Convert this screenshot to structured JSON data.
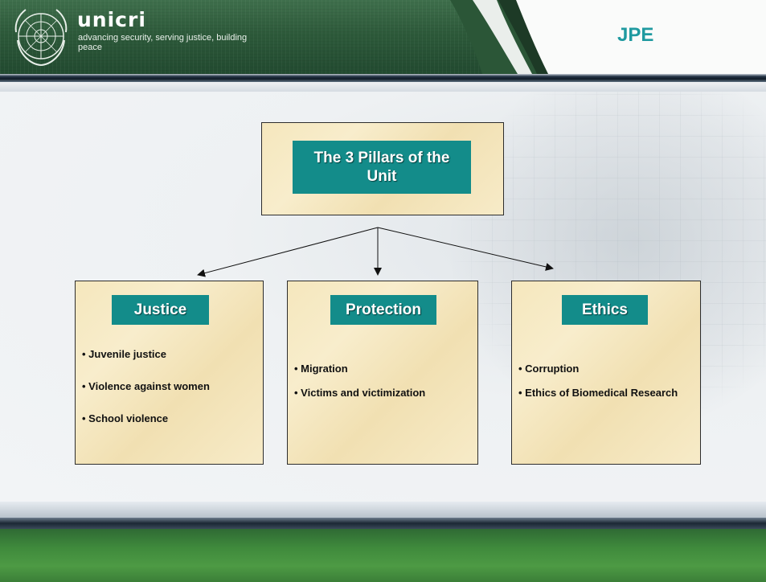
{
  "header": {
    "logo_word": "unicri",
    "tagline": "advancing security, serving justice, building peace",
    "brand_title": "JPE"
  },
  "diagram": {
    "root": {
      "label": "The 3 Pillars of the Unit"
    },
    "pillars": [
      {
        "label": "Justice",
        "items": [
          "• Juvenile justice",
          "• Violence against women",
          "• School violence"
        ]
      },
      {
        "label": "Protection",
        "items": [
          "• Migration",
          "• Victims and victimization"
        ]
      },
      {
        "label": "Ethics",
        "items": [
          "• Corruption",
          "• Ethics of Biomedical Research"
        ]
      }
    ]
  },
  "colors": {
    "header_green": "#2d5a3a",
    "teal_label": "#138c8a",
    "brand_teal": "#1f9aa0",
    "parchment": "#f5e7bd",
    "footer_green": "#3f8a3c"
  }
}
